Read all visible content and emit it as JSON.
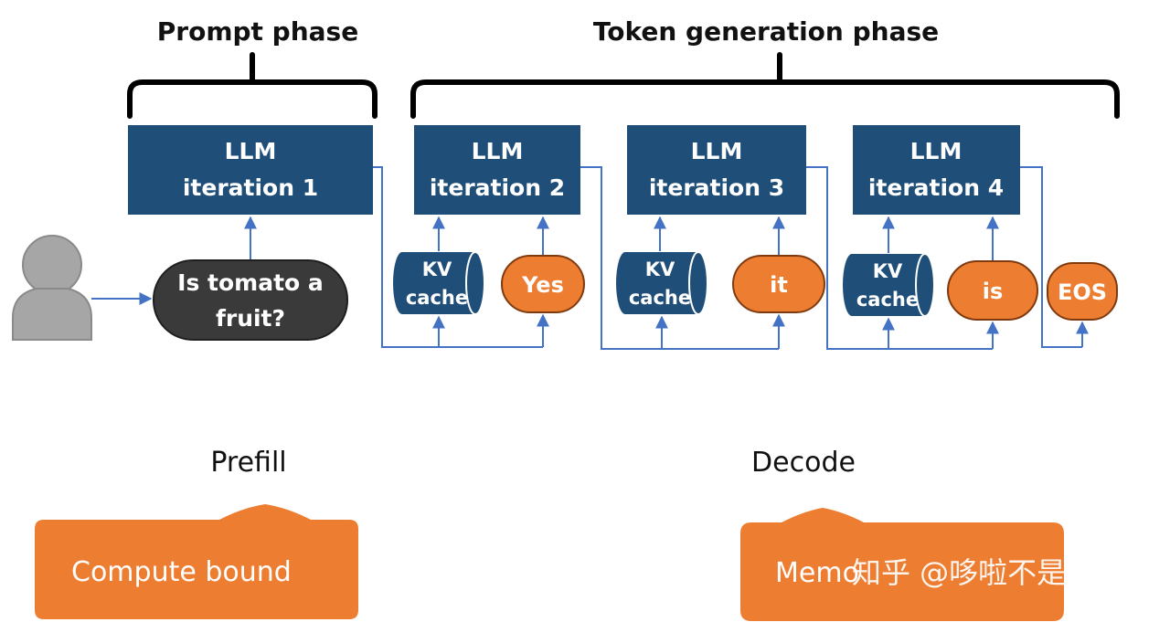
{
  "phases": {
    "prompt": "Prompt phase",
    "token": "Token generation phase"
  },
  "iterations": [
    {
      "line1": "LLM",
      "line2": "iteration 1"
    },
    {
      "line1": "LLM",
      "line2": "iteration 2"
    },
    {
      "line1": "LLM",
      "line2": "iteration 3"
    },
    {
      "line1": "LLM",
      "line2": "iteration 4"
    }
  ],
  "prompt": {
    "line1": "Is tomato a",
    "line2": "fruit?"
  },
  "kv_caches": [
    {
      "line1": "KV",
      "line2": "cache"
    },
    {
      "line1": "KV",
      "line2": "cache"
    },
    {
      "line1": "KV",
      "line2": "cache"
    }
  ],
  "tokens": [
    "Yes",
    "it",
    "is",
    "EOS"
  ],
  "stages": {
    "prefill": "Prefill",
    "decode": "Decode"
  },
  "callouts": {
    "prefill": "Compute  bound",
    "decode": "Memo"
  },
  "watermark": "知乎 @哆啦不是梦",
  "colors": {
    "block": "#1f4e79",
    "token": "#ed7d31",
    "prompt_bubble": "#3a3a3a",
    "arrow": "#4472c4",
    "callout": "#ed7d31"
  }
}
